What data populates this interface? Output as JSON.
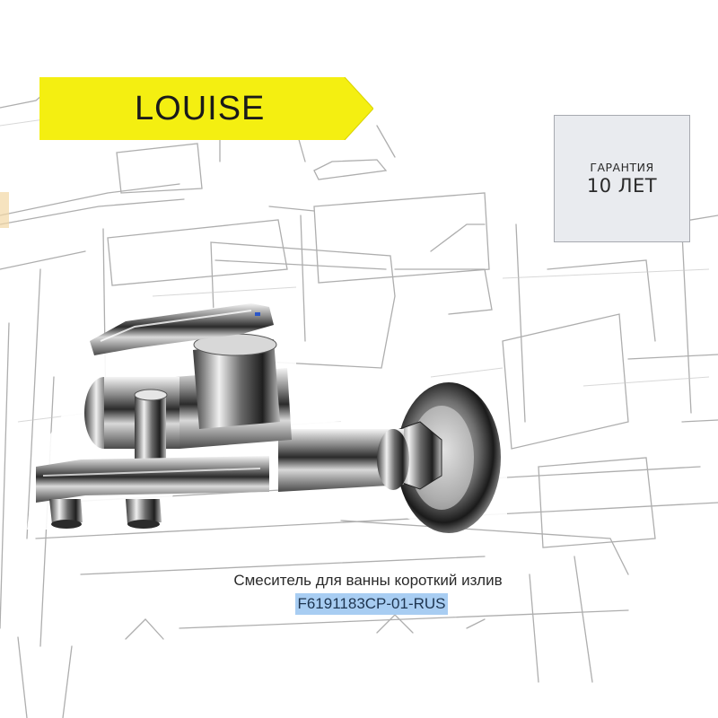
{
  "brand": {
    "name": "LOUISE",
    "banner_color": "#f4ef11"
  },
  "warranty": {
    "line1": "ГАРАНТИЯ",
    "line2": "10 ЛЕТ",
    "background": "#e9ebef"
  },
  "product": {
    "description": "Смеситель для ванны короткий излив",
    "sku": "F6191183CP-01-RUS",
    "sku_highlight": "#a8cdf2",
    "image": "chrome-bath-faucet",
    "background_image": "sketched-bathroom"
  }
}
